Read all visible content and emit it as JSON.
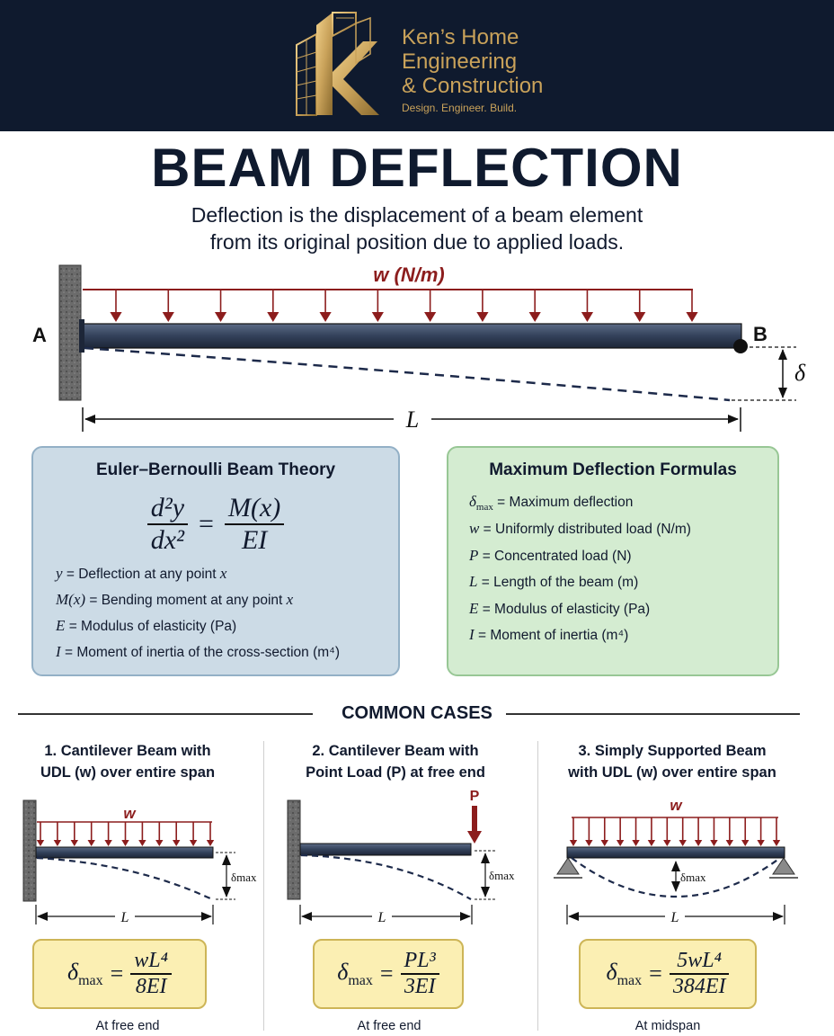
{
  "brand": {
    "name_lines": [
      "Ken’s Home",
      "Engineering",
      "& Construction"
    ],
    "tagline": "Design. Engineer. Build.",
    "gold": "#c9a25a",
    "navy": "#0f1a2e"
  },
  "title": "BEAM DEFLECTION",
  "subtitle_lines": [
    "Deflection is the displacement of a beam element",
    "from its original position due to applied loads."
  ],
  "diagram": {
    "load_label": "w (N/m)",
    "point_a": "A",
    "point_b": "B",
    "deflection_symbol": "δ",
    "length_symbol": "L",
    "load_color": "#8c1d1d"
  },
  "euler_panel": {
    "title": "Euler–Bernoulli Beam Theory",
    "formula": {
      "num": "d²y",
      "den": "dx²",
      "rhs_num": "M(x)",
      "rhs_den": "EI"
    },
    "definitions": [
      {
        "symbol": "y",
        "text": "= Deflection at any point",
        "tail": "x"
      },
      {
        "symbol": "M(x)",
        "text": "= Bending moment at any point",
        "tail": "x"
      },
      {
        "symbol": "E",
        "text": "= Modulus of elasticity (Pa)",
        "tail": ""
      },
      {
        "symbol": "I",
        "text": "= Moment of inertia of the cross-section (m⁴)",
        "tail": ""
      }
    ]
  },
  "max_panel": {
    "title": "Maximum Deflection Formulas",
    "definitions": [
      {
        "symbol": "δ",
        "sub": "max",
        "text": "= Maximum deflection"
      },
      {
        "symbol": "w",
        "sub": "",
        "text": "= Uniformly distributed load (N/m)"
      },
      {
        "symbol": "P",
        "sub": "",
        "text": "= Concentrated load (N)"
      },
      {
        "symbol": "L",
        "sub": "",
        "text": "= Length of the beam (m)"
      },
      {
        "symbol": "E",
        "sub": "",
        "text": "= Modulus of elasticity (Pa)"
      },
      {
        "symbol": "I",
        "sub": "",
        "text": "= Moment of inertia (m⁴)"
      }
    ]
  },
  "common_cases": {
    "heading": "COMMON CASES",
    "cases": [
      {
        "title_lines": [
          "1. Cantilever Beam with",
          "UDL (w) over entire span"
        ],
        "load_label": "w",
        "deflection_label": "δmax",
        "length_label": "L",
        "formula": {
          "lhs": "δ",
          "lhs_sub": "max",
          "num": "wL⁴",
          "den": "8EI"
        },
        "note": "At free end"
      },
      {
        "title_lines": [
          "2. Cantilever Beam with",
          "Point Load (P) at free end"
        ],
        "load_label": "P",
        "deflection_label": "δmax",
        "length_label": "L",
        "formula": {
          "lhs": "δ",
          "lhs_sub": "max",
          "num": "PL³",
          "den": "3EI"
        },
        "note": "At free end"
      },
      {
        "title_lines": [
          "3. Simply Supported Beam",
          "with UDL (w) over entire span"
        ],
        "load_label": "w",
        "deflection_label": "δmax",
        "length_label": "L",
        "formula": {
          "lhs": "δ",
          "lhs_sub": "max",
          "num": "5wL⁴",
          "den": "384EI"
        },
        "note": "At midspan"
      }
    ]
  }
}
